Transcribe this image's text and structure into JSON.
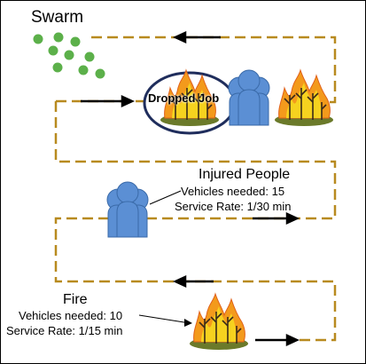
{
  "swarm": {
    "title": "Swarm",
    "dot_color": "#5cb04a",
    "dot_count": 9
  },
  "dropped_job": {
    "label": "Dropped Job",
    "ring_color": "#1f2d5c"
  },
  "injured": {
    "title": "Injured People",
    "vehicles_needed": "Vehicles needed: 15",
    "service_rate": "Service Rate: 1/30 min"
  },
  "fire": {
    "title": "Fire",
    "vehicles_needed": "Vehicles needed: 10",
    "service_rate": "Service Rate: 1/15 min"
  },
  "colors": {
    "path": "#b88a1f",
    "people": "#5b8fd4",
    "people_stroke": "#3a6aa8",
    "flame_outer": "#f39a1c",
    "flame_inner": "#f6d21f",
    "ground": "#6b7a2a"
  },
  "icons": [
    "people-icon",
    "fire-icon",
    "arrow-icon",
    "swarm-dot-icon"
  ]
}
